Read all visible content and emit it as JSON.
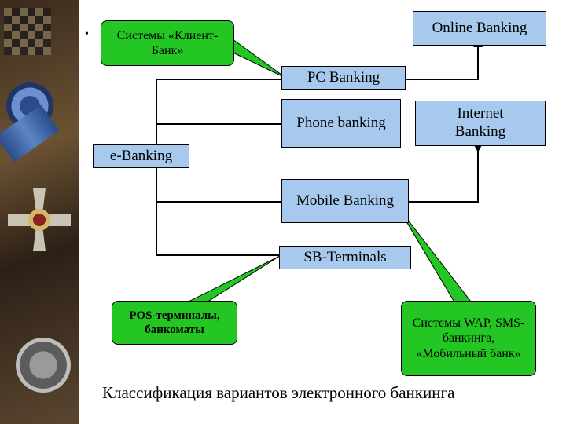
{
  "bullet": "•",
  "nodes": {
    "client_bank": "Системы «Клиент-Банк»",
    "online_banking": "Online Banking",
    "pc_banking": "PC Banking",
    "phone_banking": "Phone banking",
    "internet_banking": "Internet Banking",
    "e_banking": "e-Banking",
    "mobile_banking": "Mobile Banking",
    "sb_terminals": "SB-Terminals",
    "pos_terminals": "POS-терминалы, банкоматы",
    "wap_systems": "Системы WAP, SMS-банкинга, «Мобильный банк»"
  },
  "caption": "Классификация вариантов электронного банкинга",
  "colors": {
    "blue_box": "#a7c9ed",
    "green_callout": "#23c623",
    "line": "#000000"
  }
}
